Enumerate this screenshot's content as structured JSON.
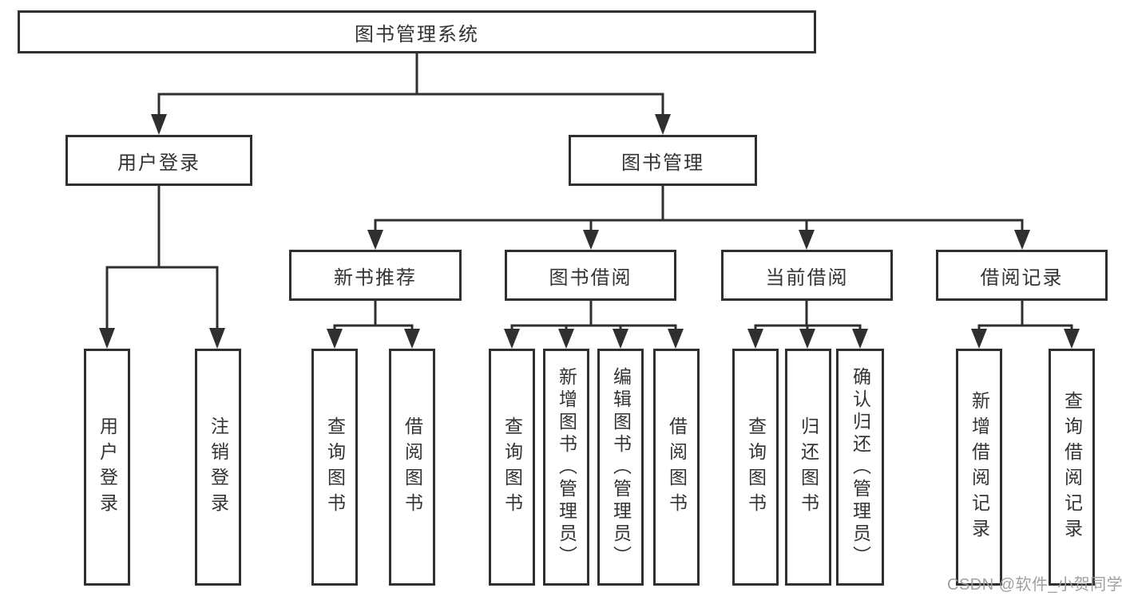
{
  "diagram": {
    "title": "图书管理系统",
    "colors": {
      "line": "#2f2f2f",
      "text": "#333333",
      "background": "#ffffff",
      "watermark": "#9b9b9b"
    },
    "root": {
      "label": "图书管理系统"
    },
    "level2": [
      {
        "label": "用户登录"
      },
      {
        "label": "图书管理"
      }
    ],
    "level3": [
      {
        "label": "新书推荐"
      },
      {
        "label": "图书借阅"
      },
      {
        "label": "当前借阅"
      },
      {
        "label": "借阅记录"
      }
    ],
    "leaves": [
      {
        "label": "用户登录"
      },
      {
        "label": "注销登录"
      },
      {
        "label": "查询图书"
      },
      {
        "label": "借阅图书"
      },
      {
        "label": "查询图书"
      },
      {
        "label": "新增图书（管理员）"
      },
      {
        "label": "编辑图书（管理员）"
      },
      {
        "label": "借阅图书"
      },
      {
        "label": "查询图书"
      },
      {
        "label": "归还图书"
      },
      {
        "label": "确认归还（管理员）"
      },
      {
        "label": "新增借阅记录"
      },
      {
        "label": "查询借阅记录"
      }
    ],
    "watermark": "CSDN @软件_小贺同学"
  }
}
